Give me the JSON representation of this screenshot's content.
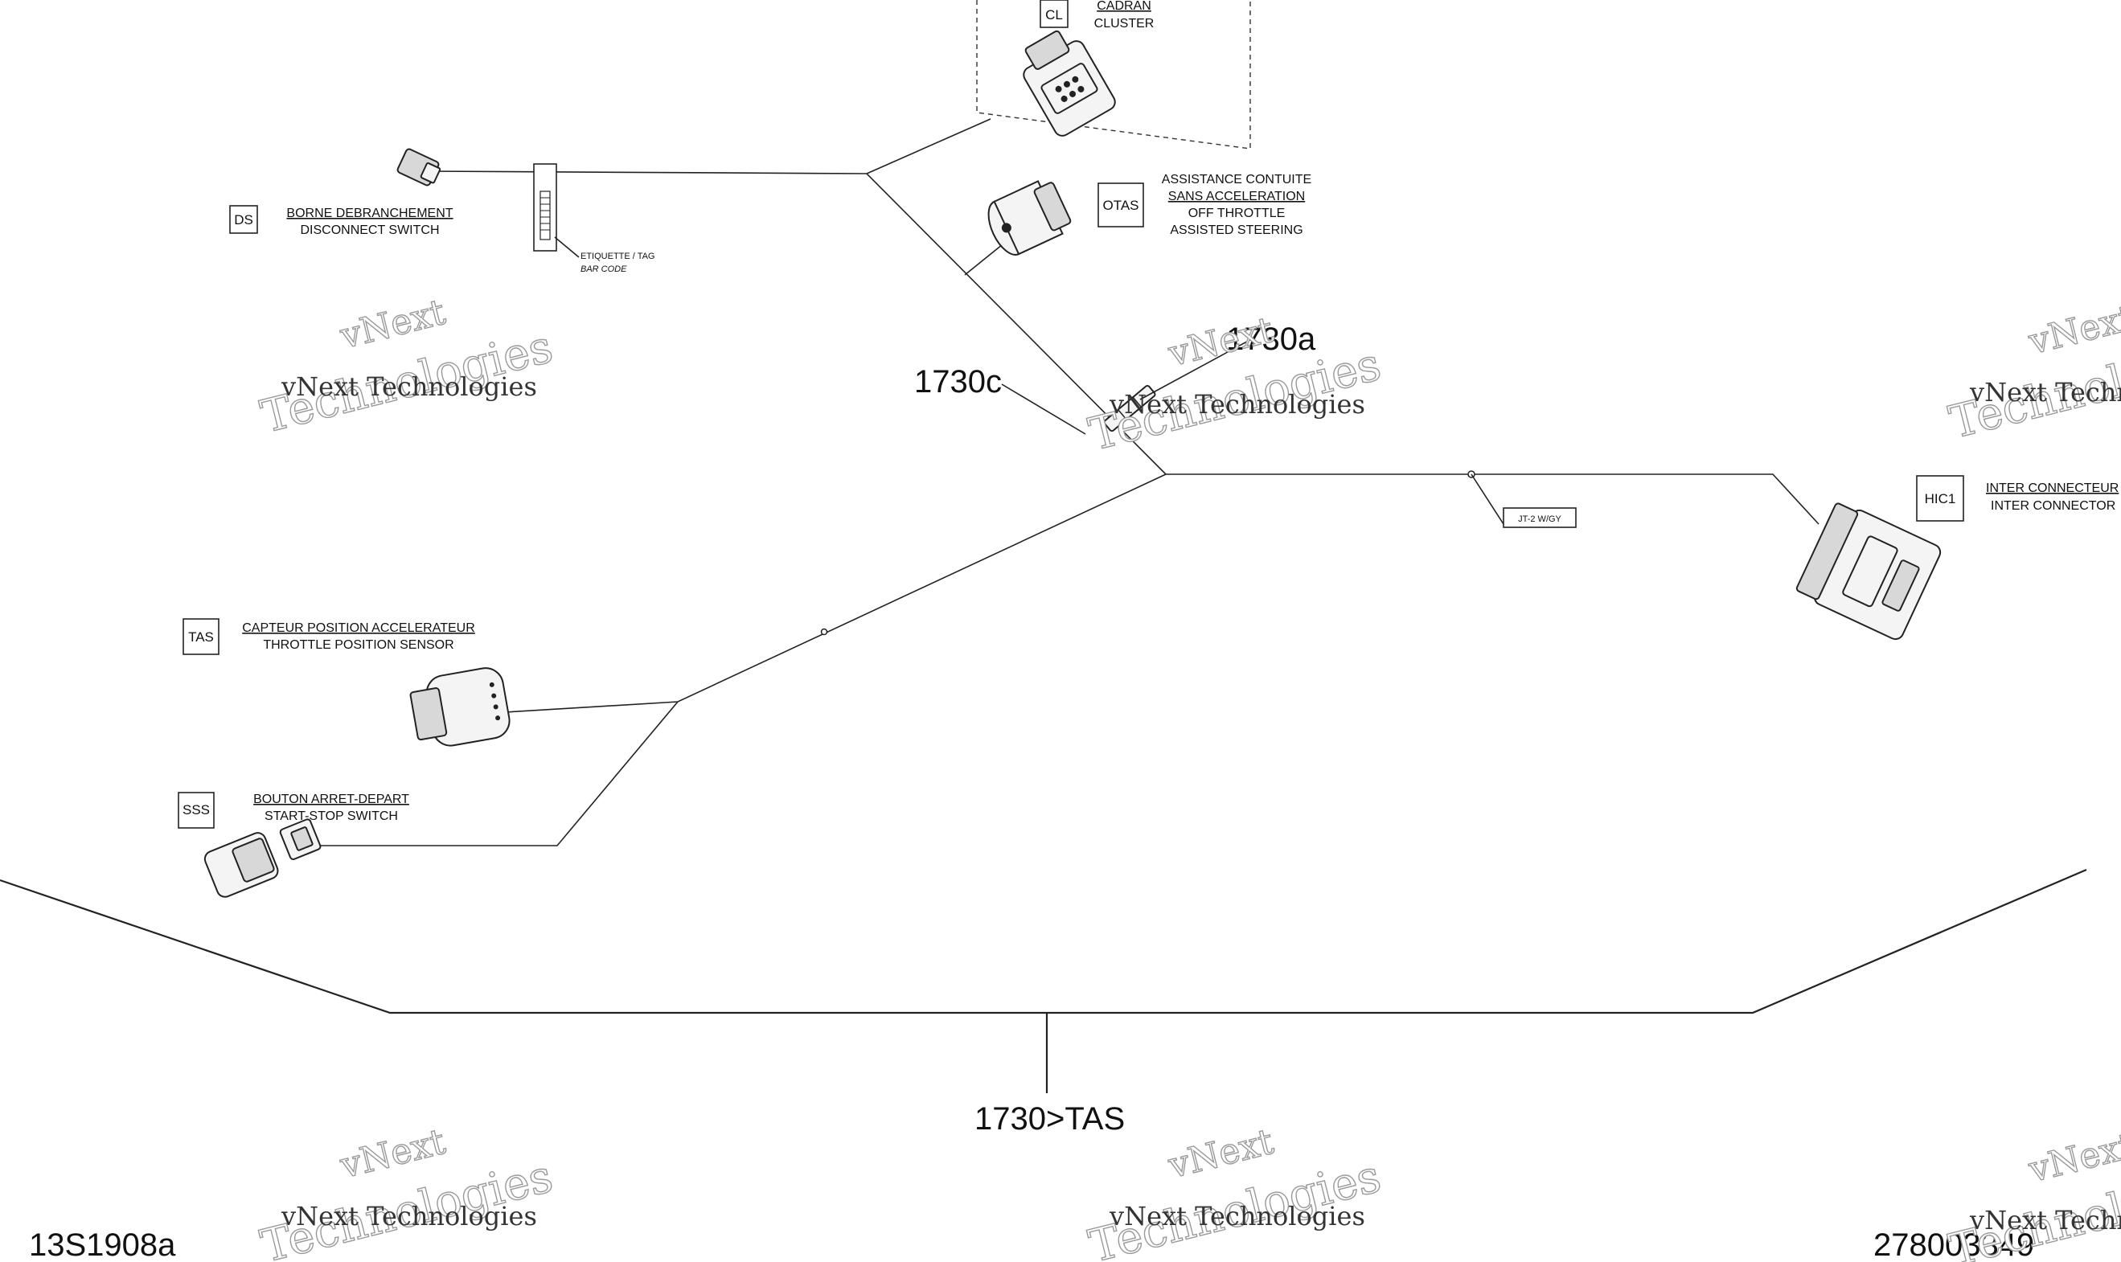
{
  "components": {
    "cluster": {
      "code": "CL",
      "label_fr": "CADRAN",
      "label_en": "CLUSTER"
    },
    "disconnect_switch": {
      "code": "DS",
      "label_fr": "BORNE DEBRANCHEMENT",
      "label_en": "DISCONNECT SWITCH"
    },
    "off_throttle": {
      "code": "OTAS",
      "line1": "ASSISTANCE CONTUITE",
      "line2": "SANS ACCELERATION",
      "line3": "OFF THROTTLE",
      "line4": "ASSISTED STEERING"
    },
    "inter_connector": {
      "code": "HIC1",
      "label_fr": "INTER CONNECTEUR",
      "label_en": "INTER CONNECTOR"
    },
    "throttle_sensor": {
      "code": "TAS",
      "label_fr": "CAPTEUR POSITION ACCELERATEUR",
      "label_en": "THROTTLE POSITION SENSOR"
    },
    "start_stop": {
      "code": "SSS",
      "label_fr": "BOUTON ARRET-DEPART",
      "label_en": "START-STOP SWITCH"
    }
  },
  "tag": {
    "line1": "ETIQUETTE / TAG",
    "line2": "BAR CODE"
  },
  "junction": {
    "label": "JT-2  W/GY"
  },
  "callouts": {
    "a": "1730a",
    "c": "1730c",
    "main": "1730>TAS"
  },
  "footer": {
    "left": "13S1908a",
    "right": "278003349"
  },
  "watermark": {
    "line1": "vNext",
    "line2": "Technologies",
    "line3": "vNext Technologies"
  }
}
